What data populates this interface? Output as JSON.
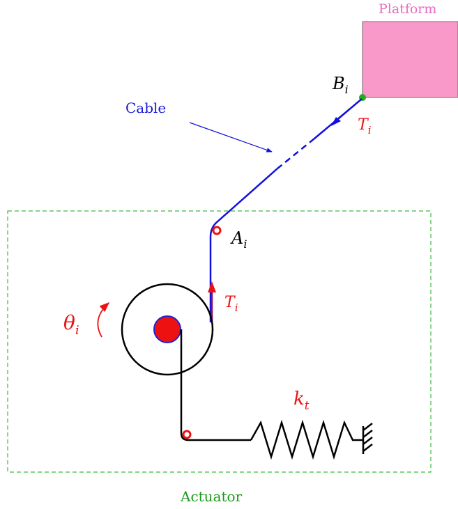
{
  "labels": {
    "platform": "Platform",
    "cable": "Cable",
    "actuator": "Actuator",
    "B_main": "B",
    "B_sub": "i",
    "A_main": "A",
    "A_sub": "i",
    "T_top_main": "T",
    "T_top_sub": "i",
    "T_mid_main": "T",
    "T_mid_sub": "i",
    "theta_main": "θ",
    "theta_sub": "i",
    "k_main": "k",
    "k_sub": "t"
  },
  "colors": {
    "platform_fill": "#f999c9",
    "platform_text": "#e86cc0",
    "cable": "#1010e0",
    "cable_label": "#1a1ad6",
    "actuator_box": "#3dbb3d",
    "actuator_text": "#1a9a1a",
    "red": "#ee1111",
    "black": "#000000",
    "anchor_point": "#22aa22",
    "tension_vector": "#8b1060"
  }
}
